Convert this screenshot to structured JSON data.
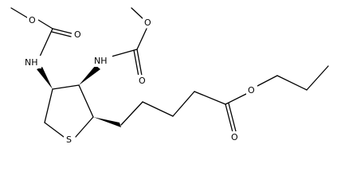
{
  "molecule": {
    "atoms": {
      "o_methoxy_left": "O",
      "o_carbonyl_left": "O",
      "n_left": "NH",
      "o_methoxy_mid": "O",
      "o_carbonyl_mid": "O",
      "n_mid": "NH",
      "s_ring": "S",
      "o_ester_single": "O",
      "o_ester_carbonyl": "O"
    }
  }
}
